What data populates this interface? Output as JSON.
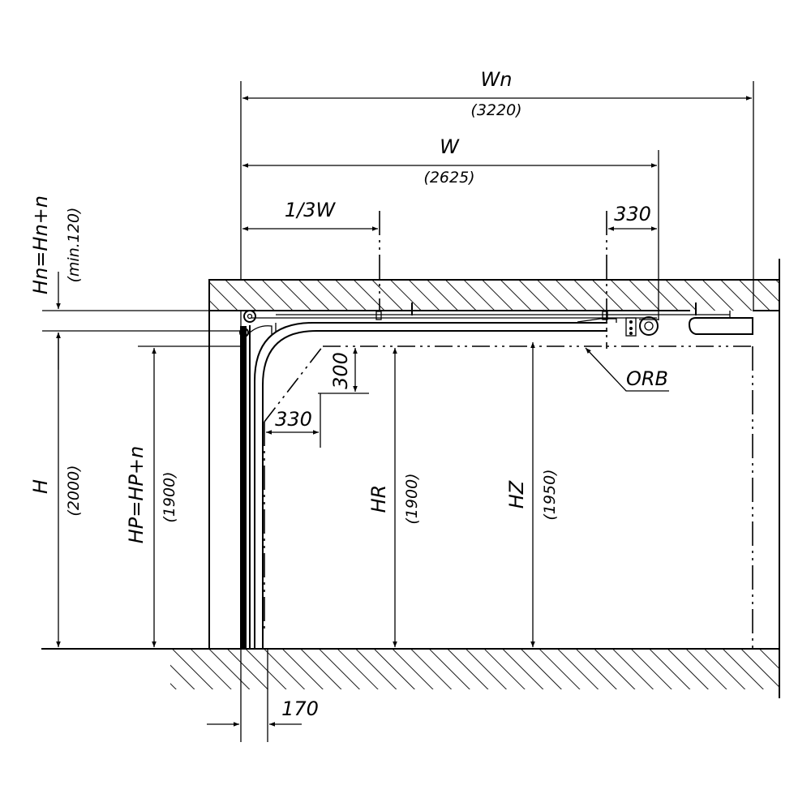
{
  "labels": {
    "wn": "Wn",
    "wn_value": "(3220)",
    "w": "W",
    "w_value": "(2625)",
    "third_w": "1/3W",
    "dim_330_top": "330",
    "hn": "Hn=Hn+n",
    "hn_value": "(min.120)",
    "dim_300": "300",
    "dim_330_mid": "330",
    "orb": "ORB",
    "h": "H",
    "h_value": "(2000)",
    "hp": "HP=HP+n",
    "hp_value": "(1900)",
    "hr": "HR",
    "hr_value": "(1900)",
    "hz": "HZ",
    "hz_value": "(1950)",
    "dim_170": "170"
  }
}
